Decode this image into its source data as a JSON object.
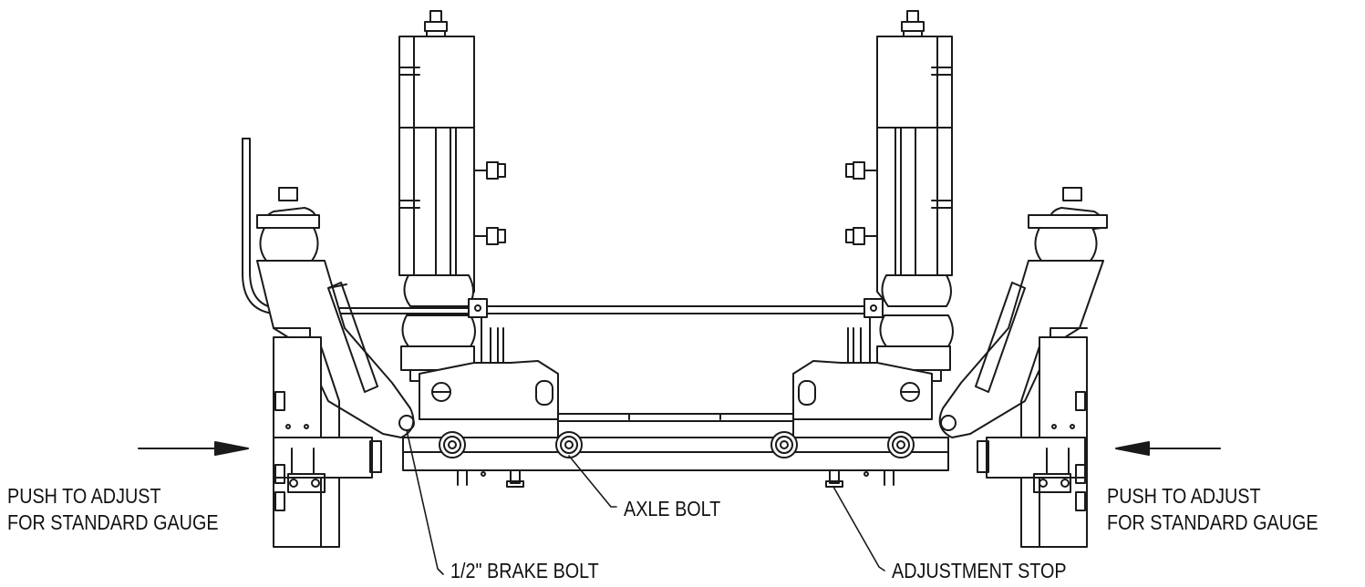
{
  "annotations": {
    "push_left": {
      "line1": "PUSH TO ADJUST",
      "line2": "FOR STANDARD GAUGE"
    },
    "push_right": {
      "line1": "PUSH TO ADJUST",
      "line2": "FOR STANDARD GAUGE"
    },
    "axle_bolt": "AXLE BOLT",
    "brake_bolt": "1/2\" BRAKE BOLT",
    "adjustment_stop": "ADJUSTMENT STOP"
  },
  "colors": {
    "line": "#1a1a1a",
    "fill": "#ffffff",
    "background": "#ffffff"
  }
}
